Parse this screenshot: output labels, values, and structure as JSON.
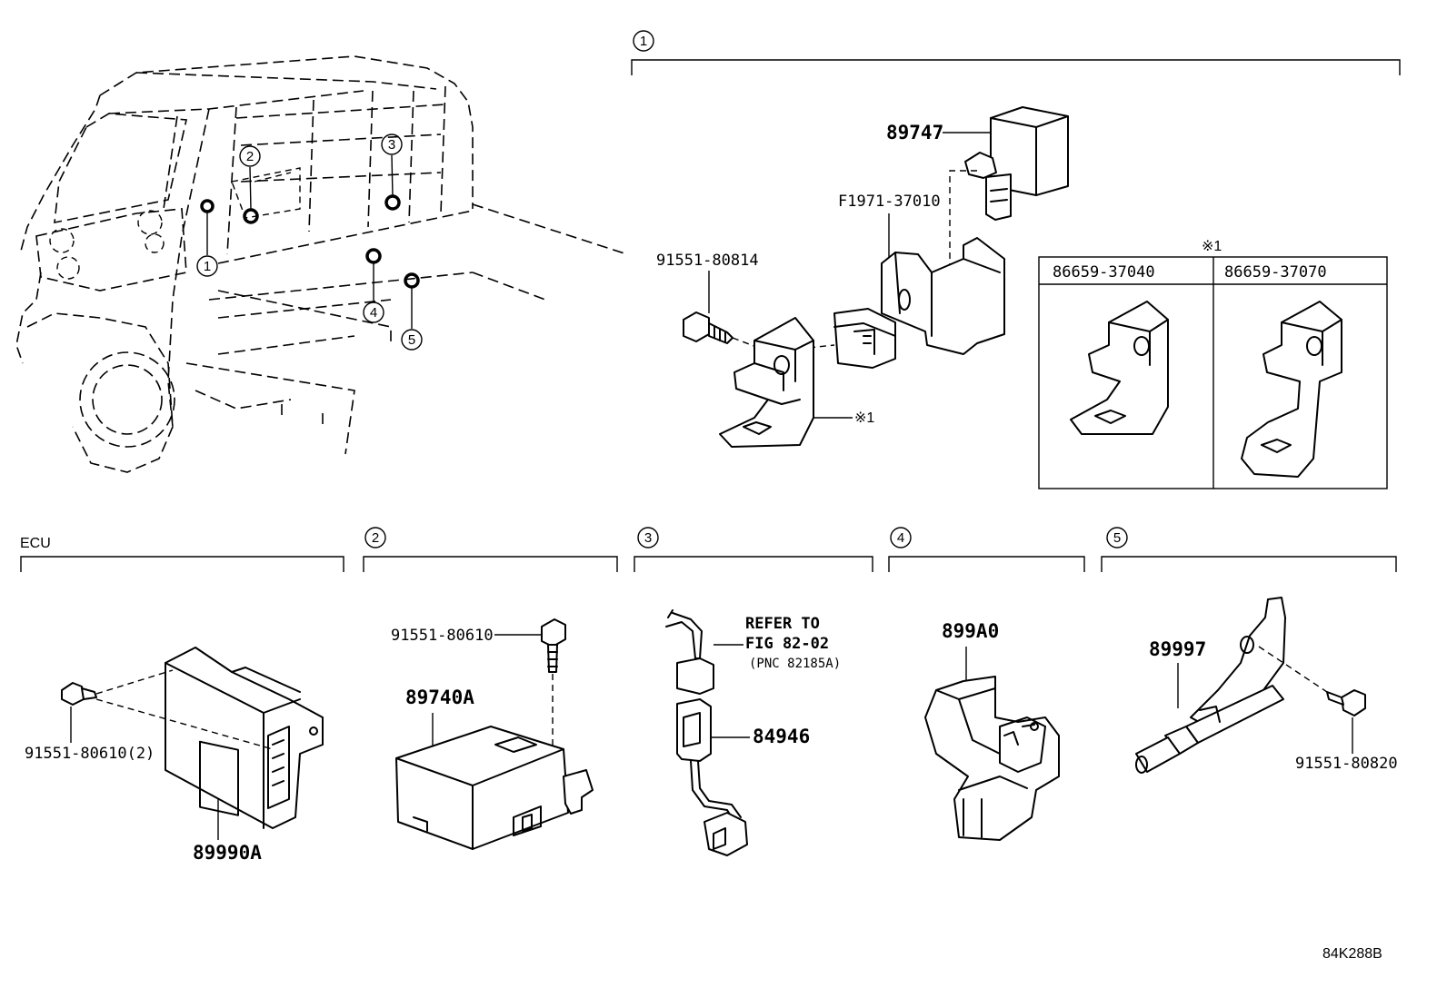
{
  "callouts": {
    "c1": "1",
    "c2": "2",
    "c3": "3",
    "c4": "4",
    "c5": "5"
  },
  "note_mark": "※1",
  "group1": {
    "relay": "89747",
    "bracket": "F1971-37010",
    "bolt": "91551-80814",
    "note_label": "※1",
    "table_header": "※1",
    "table_col1": "86659-37040",
    "table_col2": "86659-37070"
  },
  "ecu": {
    "title": "ECU",
    "bolt": "91551-80610(2)",
    "part": "89990A"
  },
  "group2": {
    "bolt": "91551-80610",
    "part": "89740A"
  },
  "group3": {
    "refer_line1": "REFER TO",
    "refer_line2": "FIG 82-02",
    "refer_line3": "(PNC 82185A)",
    "part": "84946"
  },
  "group4": {
    "part": "899A0"
  },
  "group5": {
    "part": "89997",
    "bolt": "91551-80820"
  },
  "figure_id": "84K288B"
}
